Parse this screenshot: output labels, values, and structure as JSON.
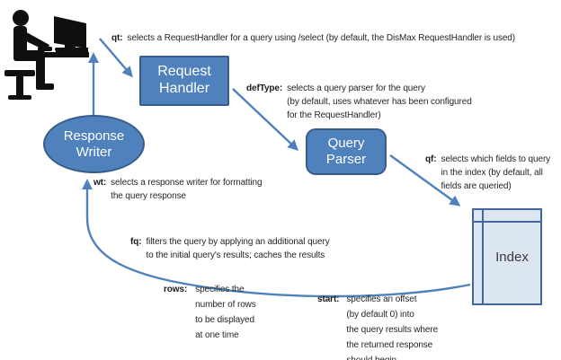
{
  "diagram": {
    "nodes": {
      "request_handler": {
        "label": "Request\nHandler"
      },
      "query_parser": {
        "label": "Query\nParser"
      },
      "response_writer": {
        "label": "Response\nWriter"
      },
      "index": {
        "label": "Index"
      }
    },
    "annotations": {
      "qt": {
        "label": "qt:",
        "text": "selects a RequestHandler for a query using /select (by default, the DisMax RequestHandler is used)"
      },
      "defType": {
        "label": "defType:",
        "text": "selects a query parser for the query\n(by default, uses whatever has been configured\nfor the RequestHandler)"
      },
      "qf": {
        "label": "qf:",
        "text": "selects which fields to query\nin the index (by default, all\nfields are queried)"
      },
      "wt": {
        "label": "wt:",
        "text": "selects a response writer for formatting\nthe query response"
      },
      "fq": {
        "label": "fq:",
        "text": "filters the query by applying an additional query\nto the initial query's results; caches the results"
      },
      "rows": {
        "label": "rows:",
        "text": "specifies the\nnumber of rows\nto be displayed\nat one time"
      },
      "start": {
        "label": "start:",
        "text": "specifies an offset\n(by default 0) into\nthe query results where\nthe returned response\nshould begin"
      }
    },
    "colors": {
      "node_fill": "#4f81bd",
      "node_border": "#385d8a",
      "arrow": "#4f81bd",
      "index_fill": "#dce6f1",
      "index_border": "#44659c",
      "text": "#262626"
    }
  }
}
